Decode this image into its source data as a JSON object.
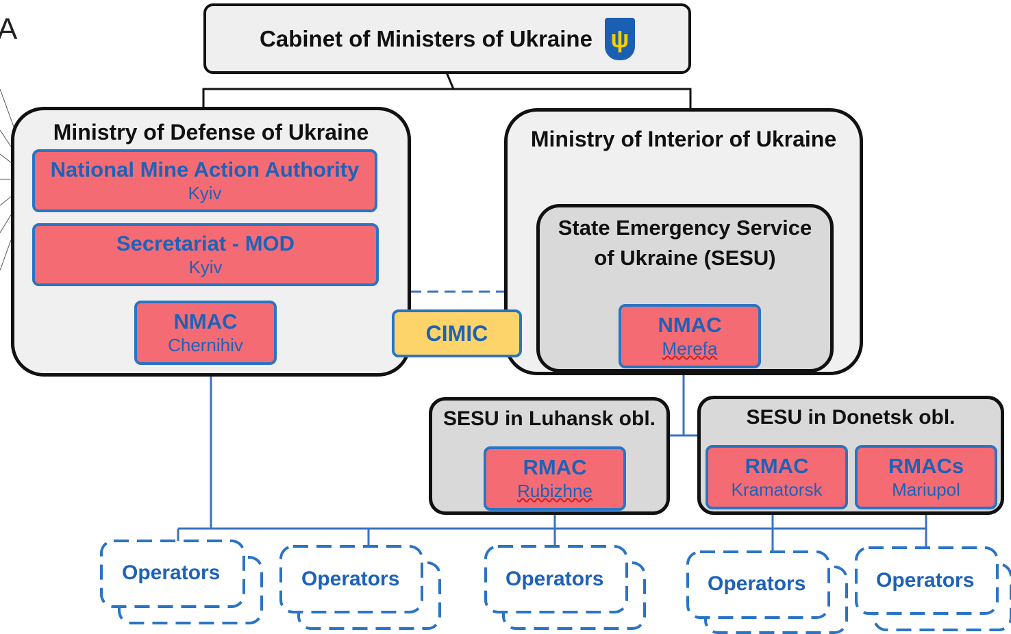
{
  "top": {
    "title": "Cabinet of Ministers of Ukraine",
    "emblem_icon": "ukraine-trident-icon"
  },
  "partial_letter": "A",
  "mod": {
    "title": "Ministry of Defense of Ukraine",
    "nmaa": {
      "name": "National Mine Action Authority",
      "city": "Kyiv"
    },
    "secretariat": {
      "name": "Secretariat - MOD",
      "city": "Kyiv"
    },
    "nmac": {
      "name": "NMAC",
      "city": "Chernihiv"
    }
  },
  "moi": {
    "title": "Ministry of Interior of Ukraine",
    "sesu": {
      "title_line1": "State Emergency Service",
      "title_line2": "of Ukraine (SESU)"
    },
    "nmac": {
      "name": "NMAC",
      "city": "Merefa"
    }
  },
  "cimic": "CIMIC",
  "luhansk": {
    "title": "SESU in Luhansk obl.",
    "rmac": {
      "name": "RMAC",
      "city": "Rubizhne"
    }
  },
  "donetsk": {
    "title": "SESU in Donetsk obl.",
    "rmac1": {
      "name": "RMAC",
      "city": "Kramatorsk"
    },
    "rmac2": {
      "name": "RMACs",
      "city": "Mariupol"
    }
  },
  "operators": [
    "Operators",
    "Operators",
    "Operators",
    "Operators",
    "Operators"
  ],
  "colors": {
    "red_box": "#f56b74",
    "blue_text": "#1d62b8",
    "cimic_fill": "#fdd46a",
    "grey_fill": "#d9d9d9"
  }
}
